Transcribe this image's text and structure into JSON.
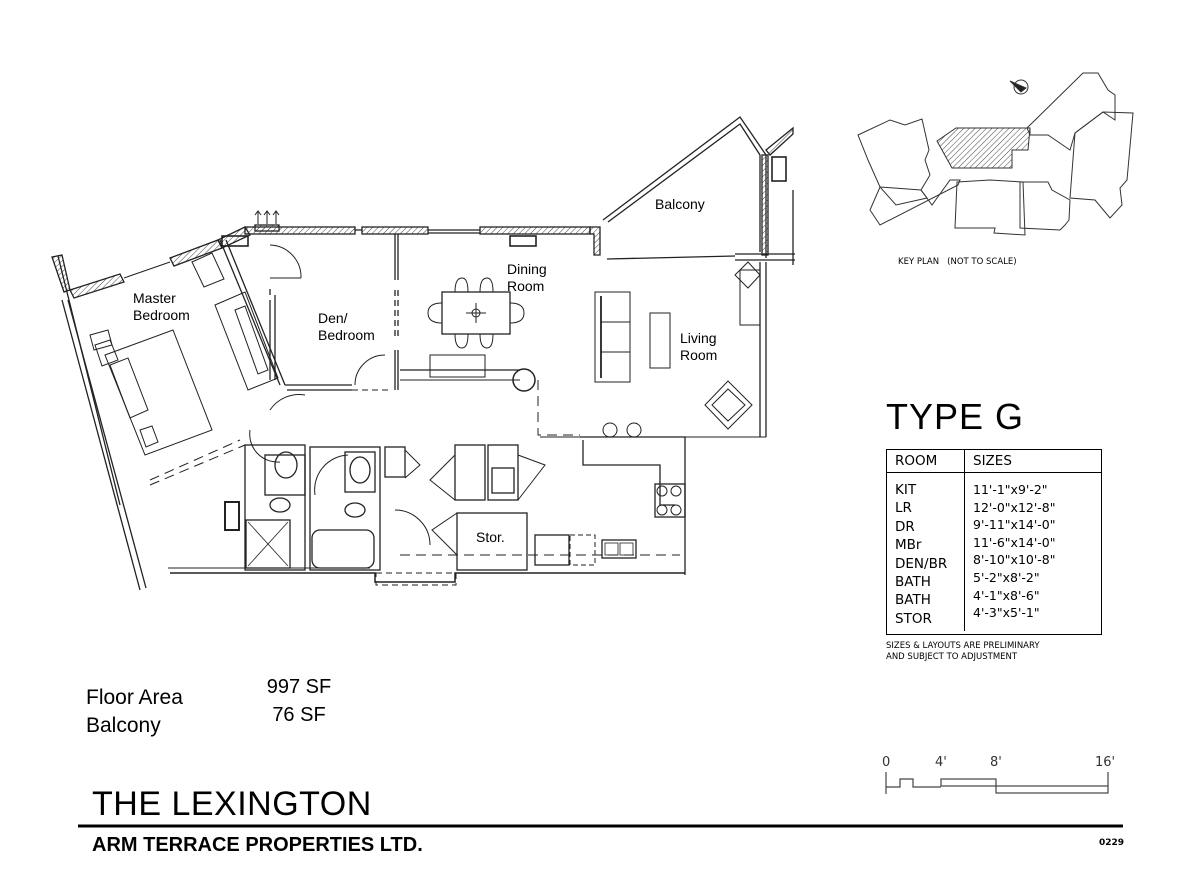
{
  "unit_type": "TYPE G",
  "rooms": {
    "master_bedroom": [
      "Master",
      "Bedroom"
    ],
    "den_bedroom": [
      "Den/",
      "Bedroom"
    ],
    "dining_room": [
      "Dining",
      "Room"
    ],
    "living_room": [
      "Living",
      "Room"
    ],
    "balcony": "Balcony",
    "storage": "Stor."
  },
  "key_plan": {
    "label": "KEY PLAN   (NOT TO SCALE)",
    "icon": "north-arrow-icon"
  },
  "sizes_table": {
    "headers": [
      "ROOM",
      "SIZES"
    ],
    "rows": [
      {
        "room": "KIT",
        "size": "11'-1\"x9'-2\""
      },
      {
        "room": "LR",
        "size": "12'-0\"x12'-8\""
      },
      {
        "room": "DR",
        "size": "9'-11\"x14'-0\""
      },
      {
        "room": "MBr",
        "size": "11'-6\"x14'-0\""
      },
      {
        "room": "DEN/BR",
        "size": "8'-10\"x10'-8\""
      },
      {
        "room": "BATH",
        "size": "5'-2\"x8'-2\""
      },
      {
        "room": "BATH",
        "size": "4'-1\"x8'-6\""
      },
      {
        "room": "STOR",
        "size": "4'-3\"x5'-1\""
      }
    ],
    "note": [
      "SIZES & LAYOUTS ARE PRELIMINARY",
      "AND SUBJECT TO ADJUSTMENT"
    ]
  },
  "areas": {
    "floor_area_label": "Floor Area",
    "floor_area_value": "997 SF",
    "balcony_label": "Balcony",
    "balcony_value": "76 SF"
  },
  "scale_bar": {
    "ticks": [
      "0",
      "4'",
      "8'",
      "16'"
    ]
  },
  "project_title": "THE LEXINGTON",
  "company": "ARM TERRACE PROPERTIES LTD.",
  "drawing_code": "0229"
}
